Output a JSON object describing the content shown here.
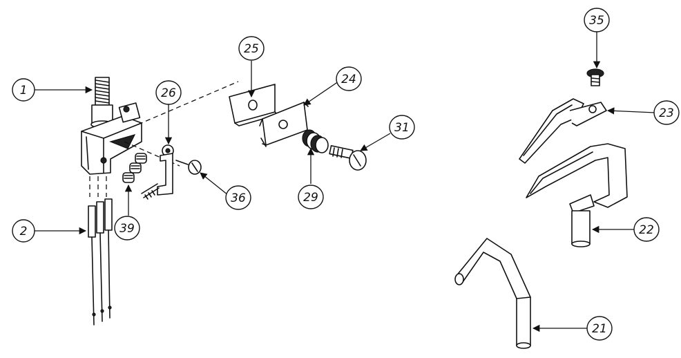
{
  "diagram": {
    "callouts": [
      {
        "id": "c1",
        "label": "1"
      },
      {
        "id": "c2",
        "label": "2"
      },
      {
        "id": "c21",
        "label": "21"
      },
      {
        "id": "c22",
        "label": "22"
      },
      {
        "id": "c23",
        "label": "23"
      },
      {
        "id": "c24",
        "label": "24"
      },
      {
        "id": "c25",
        "label": "25"
      },
      {
        "id": "c26",
        "label": "26"
      },
      {
        "id": "c29",
        "label": "29"
      },
      {
        "id": "c31",
        "label": "31"
      },
      {
        "id": "c35",
        "label": "35"
      },
      {
        "id": "c36",
        "label": "36"
      },
      {
        "id": "c39",
        "label": "39"
      }
    ]
  }
}
